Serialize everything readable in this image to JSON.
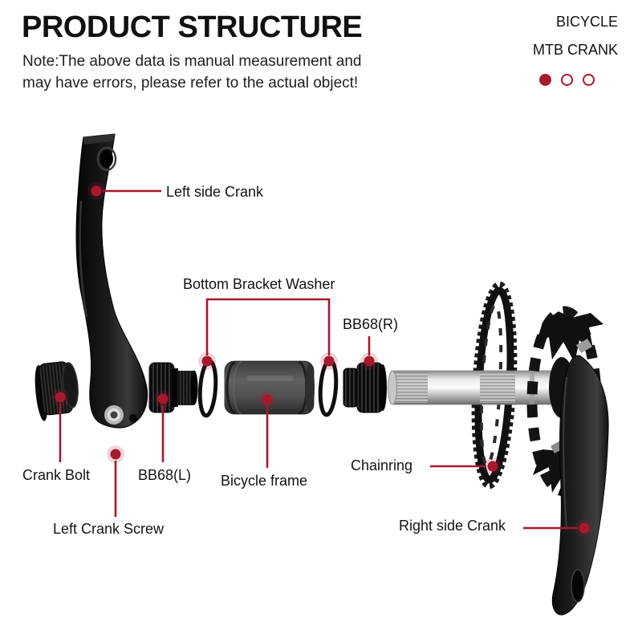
{
  "colors": {
    "accent": "#A6192E",
    "ink": "#141414"
  },
  "header": {
    "title": "PRODUCT STRUCTURE",
    "note_line1": "Note:The above data is manual measurement and",
    "note_line2": "may have errors, please refer to the actual object!"
  },
  "brand": {
    "line1": "BICYCLE",
    "line2": "MTB CRANK",
    "pagination_dots": [
      "filled",
      "outline",
      "outline"
    ]
  },
  "diagram": {
    "labels": {
      "left_side_crank": "Left side Crank",
      "bottom_bracket_washer": "Bottom Bracket Washer",
      "bb68_r": "BB68(R)",
      "crank_bolt": "Crank Bolt",
      "bb68_l": "BB68(L)",
      "bicycle_frame": "Bicycle frame",
      "chainring": "Chainring",
      "left_crank_screw": "Left Crank Screw",
      "right_side_crank": "Right side Crank"
    }
  }
}
